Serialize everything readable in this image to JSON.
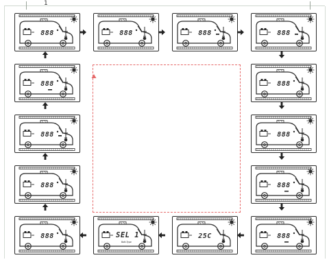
{
  "page_marker": "1",
  "colors": {
    "frame": "#2a2a2a",
    "flow_area": "#e66a6a"
  },
  "panels": [
    {
      "id": "p1",
      "digits": "888",
      "mark": "dot",
      "extra": ""
    },
    {
      "id": "p2",
      "digits": "888",
      "mark": "dot",
      "extra": ""
    },
    {
      "id": "p3",
      "digits": "888",
      "mark": "dot",
      "extra": "dash"
    },
    {
      "id": "p4",
      "digits": "888",
      "mark": "none",
      "extra": "dash"
    },
    {
      "id": "p5",
      "digits": "888",
      "mark": "dot",
      "extra": ""
    },
    {
      "id": "p6",
      "digits": "888",
      "mark": "dot",
      "extra": ""
    },
    {
      "id": "p7",
      "digits": "888",
      "mark": "dot",
      "extra": "small"
    },
    {
      "id": "p8",
      "digits": "888",
      "mark": "dot",
      "extra": "small"
    },
    {
      "id": "p9",
      "digits": "25C",
      "mark": "none",
      "extra": ""
    },
    {
      "id": "p10",
      "digits": "SEL 1",
      "mark": "none",
      "extra": "",
      "sublabel": "Batt-Type"
    },
    {
      "id": "p11",
      "digits": "888",
      "mark": "dot",
      "extra": ""
    },
    {
      "id": "p12",
      "digits": "888",
      "mark": "dot",
      "extra": ""
    },
    {
      "id": "p13",
      "digits": "888",
      "mark": "dot",
      "extra": "dash"
    },
    {
      "id": "p14",
      "digits": "888",
      "mark": "dot",
      "extra": "small"
    }
  ],
  "arrows": [
    {
      "from": "p1",
      "to": "p2",
      "direction": "right"
    },
    {
      "from": "p2",
      "to": "p3",
      "direction": "right"
    },
    {
      "from": "p3",
      "to": "p4",
      "direction": "right"
    },
    {
      "from": "p4",
      "to": "p5",
      "direction": "down"
    },
    {
      "from": "p5",
      "to": "p6",
      "direction": "down"
    },
    {
      "from": "p6",
      "to": "p7",
      "direction": "down"
    },
    {
      "from": "p7",
      "to": "p8",
      "direction": "down"
    },
    {
      "from": "p8",
      "to": "p9",
      "direction": "left"
    },
    {
      "from": "p9",
      "to": "p10",
      "direction": "left"
    },
    {
      "from": "p10",
      "to": "p11",
      "direction": "left"
    },
    {
      "from": "p11",
      "to": "p12",
      "direction": "up"
    },
    {
      "from": "p12",
      "to": "p13",
      "direction": "up"
    },
    {
      "from": "p13",
      "to": "p14",
      "direction": "up"
    },
    {
      "from": "p14",
      "to": "p1",
      "direction": "up"
    }
  ]
}
